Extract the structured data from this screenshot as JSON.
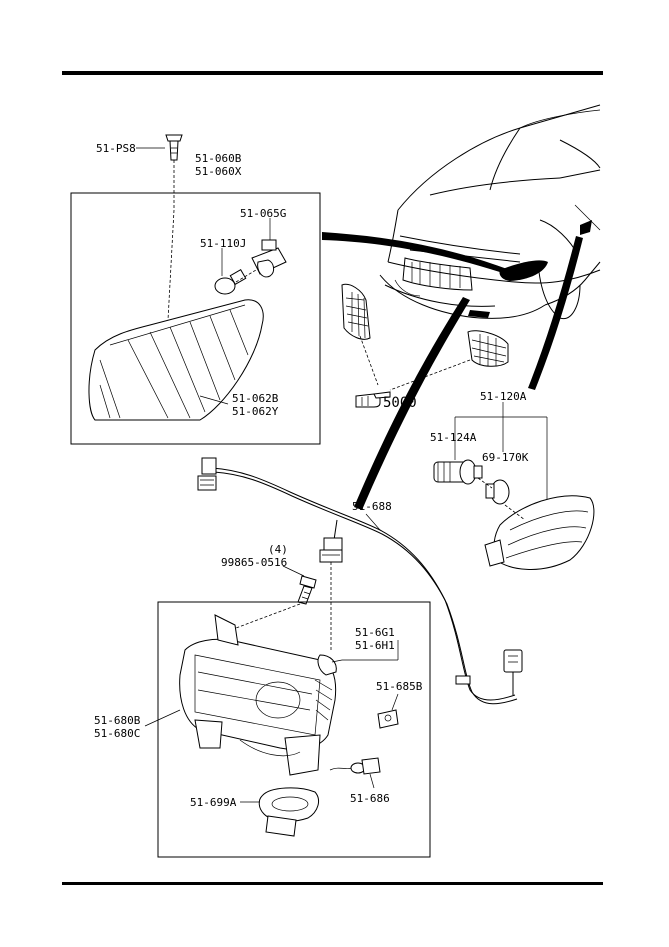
{
  "labels": {
    "ps8": "51-PS8",
    "housing_060b": "51-060B",
    "housing_060x": "51-060X",
    "socket_065g": "51-065G",
    "bulb_110j": "51-110J",
    "lens_062b": "51-062B",
    "lens_062y": "51-062Y",
    "ref_5000": "5000",
    "side_120a": "51-120A",
    "socket_124a": "51-124A",
    "bulb_170k": "69-170K",
    "harness_688": "51-688",
    "qty_4": "(4)",
    "bolt_99865": "99865-0516",
    "fog_6g1": "51-6G1",
    "fog_6h1": "51-6H1",
    "bracket_685b": "51-685B",
    "fog_680b": "51-680B",
    "fog_680c": "51-680C",
    "bezel_699a": "51-699A",
    "bulb_686": "51-686"
  },
  "icons": {
    "reference_hand": "pointing-hand-icon"
  }
}
